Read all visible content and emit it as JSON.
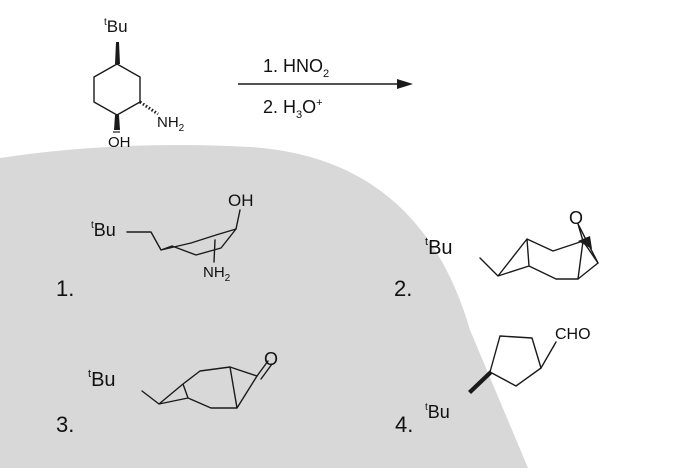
{
  "colors": {
    "background": "#ffffff",
    "shade": "#d8d8d8",
    "ink": "#1a1a1a"
  },
  "reactant": {
    "group_top": "Bu",
    "group_top_prefix": "t",
    "group_right": "NH",
    "group_right_sub": "2",
    "group_bottom": "OH"
  },
  "reagents": {
    "step1": "1. HNO",
    "step1_sub": "2",
    "step2": "2. H",
    "step2_sub": "3",
    "step2_tail": "O",
    "step2_sup": "+"
  },
  "options": [
    {
      "number": "1.",
      "groups": {
        "tbu_prefix": "t",
        "tbu": "Bu",
        "oh": "OH",
        "nh": "NH",
        "nh_sub": "2"
      }
    },
    {
      "number": "2.",
      "groups": {
        "tbu_prefix": "t",
        "tbu": "Bu",
        "o": "O"
      }
    },
    {
      "number": "3.",
      "groups": {
        "tbu_prefix": "t",
        "tbu": "Bu",
        "o": "O"
      }
    },
    {
      "number": "4.",
      "groups": {
        "tbu_prefix": "t",
        "tbu": "Bu",
        "cho": "CHO"
      }
    }
  ]
}
